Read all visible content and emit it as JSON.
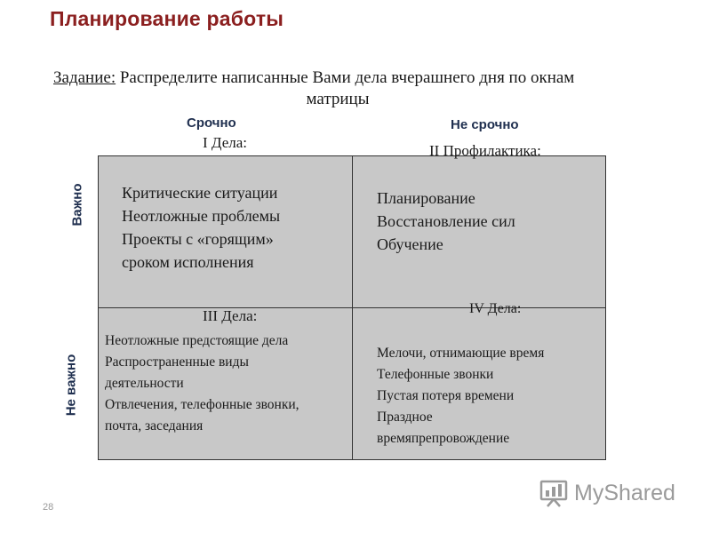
{
  "title": "Планирование работы",
  "task": {
    "label": "Задание:",
    "text_line1": " Распределите написанные Вами дела вчерашнего дня по окнам",
    "text_line2": "матрицы"
  },
  "columns": {
    "urgent": "Срочно",
    "not_urgent": "Не срочно"
  },
  "rows": {
    "important": "Важно",
    "not_important": "Не важно"
  },
  "quadrants": [
    {
      "heading": "I Дела:",
      "items": [
        "Критические ситуации",
        "Неотложные проблемы",
        "Проекты с  «горящим»",
        "сроком исполнения"
      ]
    },
    {
      "heading": "II Профилактика:",
      "items": [
        "Планирование",
        "Восстановление сил",
        "Обучение"
      ]
    },
    {
      "heading": "III Дела:",
      "items": [
        "Неотложные предстоящие дела",
        "Распространенные виды",
        "деятельности",
        "Отвлечения, телефонные звонки,",
        "почта, заседания"
      ]
    },
    {
      "heading": "IV Дела:",
      "items": [
        "Мелочи, отнимающие время",
        "Телефонные звонки",
        "Пустая потеря времени",
        "Праздное",
        "времяпрепровождение"
      ]
    }
  ],
  "page_number": "28",
  "logo": {
    "text": "MyShared",
    "icon": "presentation-board-icon"
  },
  "colors": {
    "title": "#8b1f1f",
    "matrix_fill": "#c8c8c8",
    "axis_labels": "#1f2f4f"
  }
}
